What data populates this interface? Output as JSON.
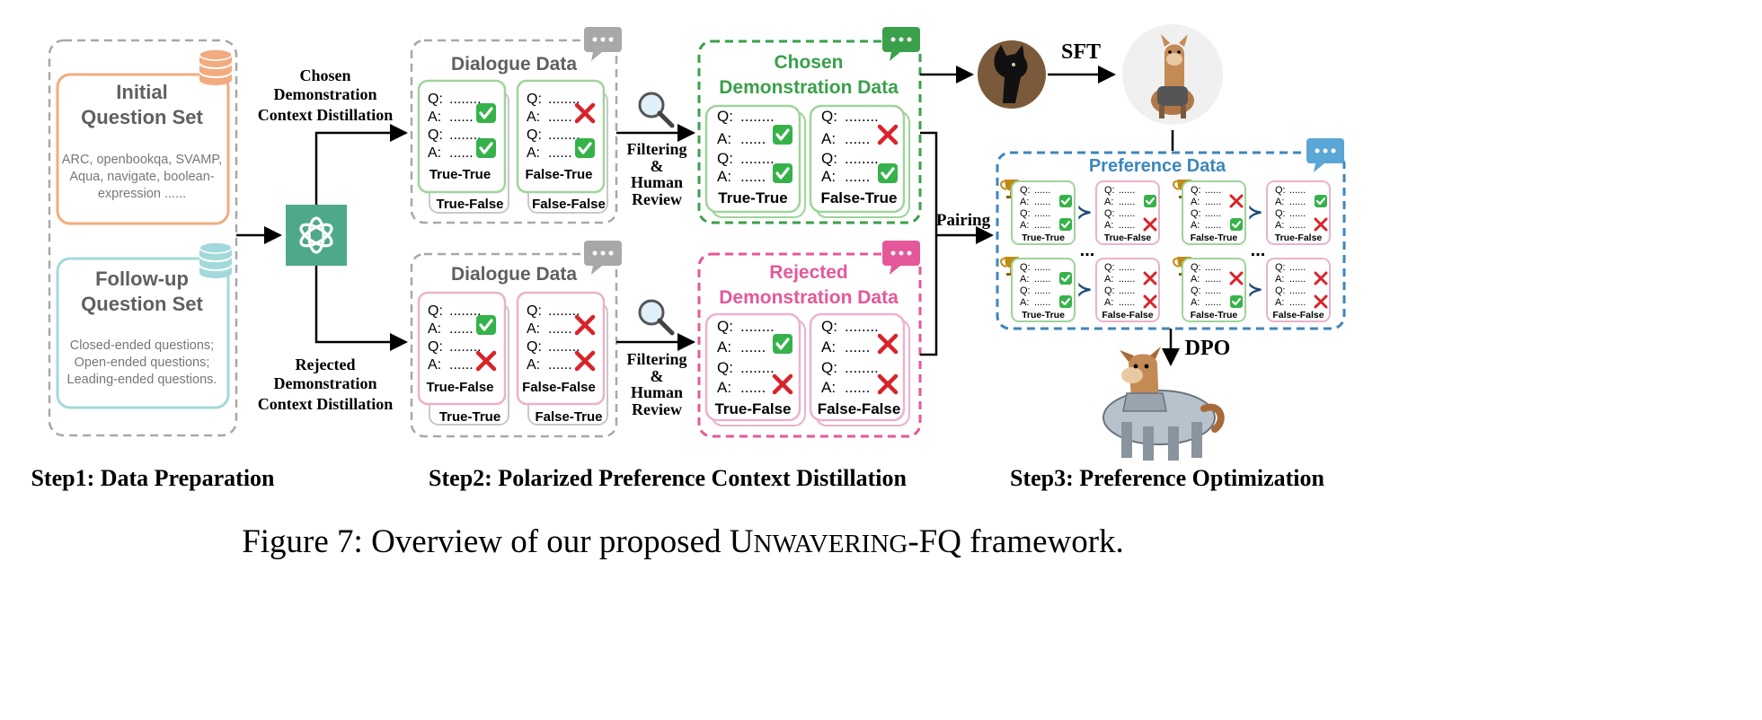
{
  "step1": {
    "label": "Step1: Data Preparation",
    "initial": {
      "title_line1": "Initial",
      "title_line2": "Question Set",
      "desc_lines": [
        "ARC, openbookqa, SVAMP,",
        "Aqua, navigate, boolean-",
        "expression ......"
      ]
    },
    "followup": {
      "title_line1": "Follow-up",
      "title_line2": "Question Set",
      "desc_lines": [
        "Closed-ended questions;",
        "Open-ended questions;",
        "Leading-ended questions."
      ]
    }
  },
  "step2": {
    "label": "Step2: Polarized Preference Context Distillation",
    "chosen_label_lines": [
      "Chosen",
      "Demonstration",
      "Context Distillation"
    ],
    "rejected_label_lines": [
      "Rejected",
      "Demonstration",
      "Context Distillation"
    ],
    "dialogue_title": "Dialogue Data",
    "filter_label_lines": [
      "Filtering",
      "&",
      "Human",
      "Review"
    ],
    "chosen_demo_title_lines": [
      "Chosen",
      "Demonstration Data"
    ],
    "rejected_demo_title_lines": [
      "Rejected",
      "Demonstration Data"
    ]
  },
  "step3": {
    "label": "Step3: Preference Optimization",
    "sft_label": "SFT",
    "dpo_label": "DPO",
    "pairing_label": "Pairing",
    "preference_title": "Preference Data",
    "ellipsis": "..."
  },
  "qa": {
    "q": "Q:",
    "a": "A:",
    "dots_long": "........",
    "dots_short": "......",
    "dots_tiny": "......",
    "tt": "True-True",
    "tf": "True-False",
    "ft": "False-True",
    "ff": "False-False"
  },
  "caption": {
    "prefix": "Figure 7: Overview of our proposed ",
    "name_initial_1": "U",
    "name_rest_1": "NWAVERING",
    "name_sep": "-FQ",
    "suffix": " framework."
  },
  "colors": {
    "orange": "#f2ab7f",
    "teal": "#a3d9da",
    "green": "#3aa04a",
    "green_light": "#9fd49a",
    "pink": "#e4589a",
    "pink_light": "#eab2cc",
    "blue": "#3d86bd",
    "gray": "#a8a8a8",
    "check": "#36b24a",
    "cross": "#d8232a",
    "gpt": "#4ea98a"
  },
  "icons": [
    "database-icon",
    "chat-bubble-icon",
    "openai-logo-icon",
    "magnifier-icon",
    "check-icon",
    "cross-icon",
    "trophy-icon",
    "alpaca-icon",
    "armored-llama-icon",
    "llama-silhouette-icon"
  ]
}
